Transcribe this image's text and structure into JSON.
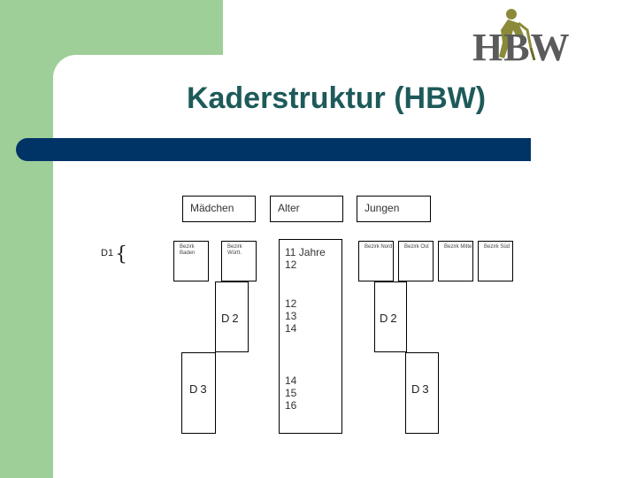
{
  "slide": {
    "title": "Kaderstruktur (HBW)",
    "logo_text": "HBW",
    "logo_icon": "hockey-player-icon"
  },
  "headers": {
    "girls": "Mädchen",
    "age": "Alter",
    "boys": "Jungen"
  },
  "d1_label": "D1",
  "districts": {
    "girls": [
      "Bezirk Baden",
      "Bezirk Württ."
    ],
    "boys": [
      "Bezirk Nord",
      "Bezirk Ost",
      "Bezirk Mitte",
      "Bezirk Süd"
    ]
  },
  "ages": {
    "row1": [
      "11 Jahre",
      "12"
    ],
    "row2": [
      "12",
      "13",
      "14"
    ],
    "row3": [
      "14",
      "15",
      "16"
    ]
  },
  "levels": {
    "girls_d2": "D2",
    "girls_d3": "D3",
    "boys_d2": "D2",
    "boys_d3": "D3"
  }
}
